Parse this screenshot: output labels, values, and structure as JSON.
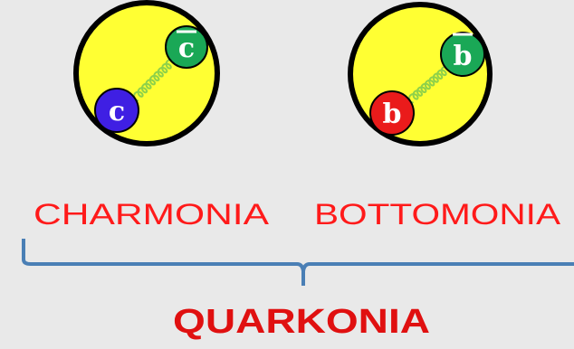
{
  "particles": {
    "charmonium": {
      "quark": "c",
      "antiquark": "c",
      "quark_color": "#3f1fe3",
      "antiquark_color": "#1aa856"
    },
    "bottomonium": {
      "quark": "b",
      "antiquark": "b",
      "quark_color": "#ea1b1b",
      "antiquark_color": "#1aa856"
    }
  },
  "labels": {
    "charmonia": "CHARMONIA",
    "bottomonia": "BOTTOMONIA",
    "quarkonia": "QUARKONIA"
  },
  "colors": {
    "background": "#e9e9e9",
    "hadron_fill": "#ffff33",
    "outline": "#000000",
    "gluon_spring": "#8fd14a",
    "label_red": "#ff1a1a",
    "title_red": "#e01010",
    "bracket_blue": "#4a7fb5"
  }
}
